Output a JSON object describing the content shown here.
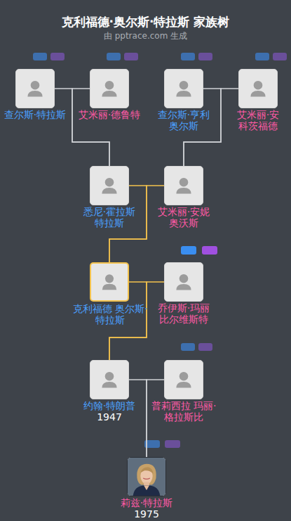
{
  "diagram": {
    "title": "克利福德·奥尔斯·特拉斯 家族树",
    "caption": "由 pptrace.com 生成",
    "nodes": [
      {
        "text": [
          "查尔斯·特拉斯"
        ]
      },
      {
        "text": [
          "艾米丽·德鲁特"
        ]
      },
      {
        "text": [
          "查尔斯·亨利 奥尔斯"
        ]
      },
      {
        "text": [
          "艾米丽·安 科茨福德"
        ]
      },
      {
        "text": [
          "悉尼·霍拉斯 特拉斯"
        ]
      },
      {
        "text": [
          "艾米丽·安妮 奥沃斯"
        ]
      },
      {
        "text": [
          "克利福德 奥尔斯·特拉斯"
        ]
      },
      {
        "text": [
          "乔伊斯·玛丽 比尔维斯特"
        ]
      },
      {
        "text": [
          "约翰·特朗普",
          "1947"
        ]
      },
      {
        "text": [
          "普莉西拉 玛丽·格拉斯比"
        ]
      },
      {
        "text": [
          "莉兹·特拉斯",
          "1975"
        ]
      }
    ],
    "edges": [
      {
        "from": 0,
        "to": 4,
        "arrow": "none"
      },
      {
        "from": 1,
        "to": 4,
        "arrow": "none"
      },
      {
        "from": 2,
        "to": 5,
        "arrow": "none"
      },
      {
        "from": 3,
        "to": 5,
        "arrow": "none"
      },
      {
        "from": 4,
        "to": 6,
        "arrow": "none"
      },
      {
        "from": 5,
        "to": 6,
        "arrow": "none"
      },
      {
        "from": 6,
        "to": 8,
        "arrow": "none"
      },
      {
        "from": 7,
        "to": 8,
        "arrow": "none"
      },
      {
        "from": 8,
        "to": 10,
        "arrow": "none"
      },
      {
        "from": 9,
        "to": 10,
        "arrow": "none"
      }
    ]
  }
}
